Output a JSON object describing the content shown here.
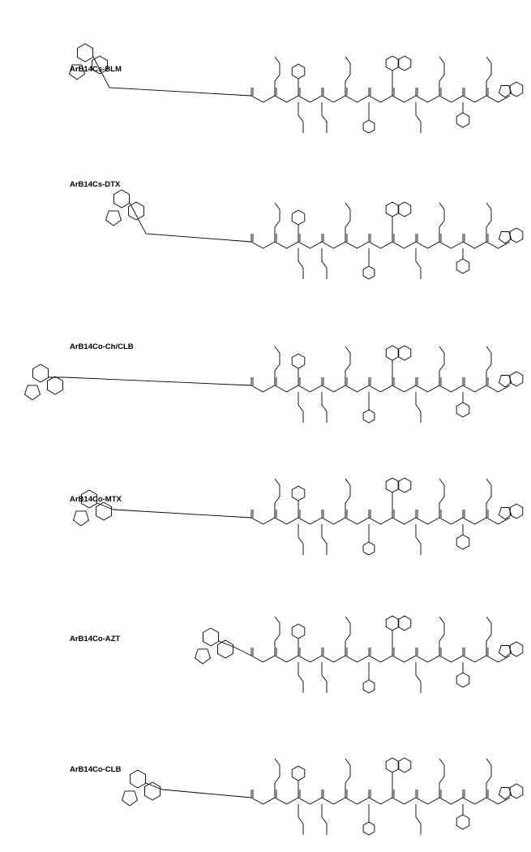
{
  "compounds": [
    {
      "label": "ArB14Cs-BLM"
    },
    {
      "label": "ArB14Cs-DTX"
    },
    {
      "label": "ArB14Co-Ch/CLB"
    },
    {
      "label": "ArB14Co-MTX"
    },
    {
      "label": "ArB14Co-AZT"
    },
    {
      "label": "ArB14Co-CLB"
    }
  ],
  "colors": {
    "ink": "#000000",
    "background": "#ffffff"
  }
}
